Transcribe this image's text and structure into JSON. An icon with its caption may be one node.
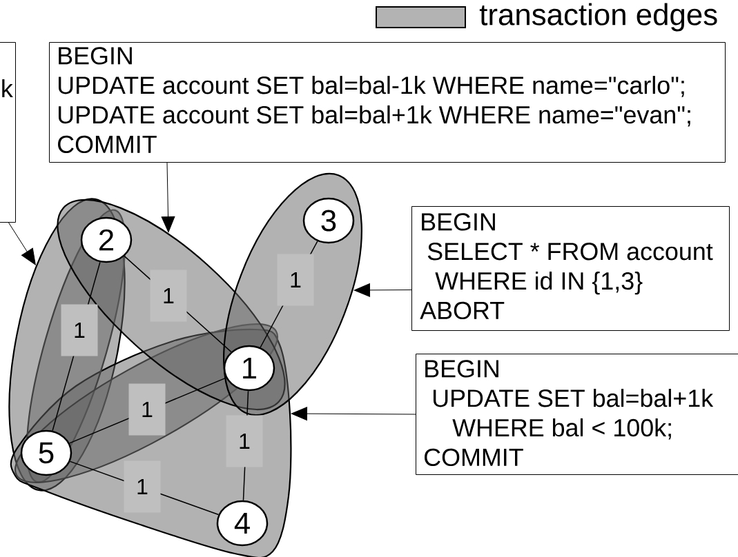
{
  "diagram": {
    "nodes": [
      {
        "text": [
          "k"
        ]
      },
      {
        "text": [
          "BEGIN",
          "UPDATE account SET bal=bal-1k WHERE name=\"carlo\";",
          "UPDATE account SET bal=bal+1k WHERE name=\"evan\";",
          "COMMIT"
        ]
      },
      {
        "text": [
          "3"
        ]
      },
      {
        "text": [
          "2"
        ]
      },
      {
        "text": [
          "BEGIN",
          "SELECT * FROM account WHERE id IN {1,3}",
          "ABORT"
        ]
      },
      {
        "text": [
          "1"
        ]
      },
      {
        "text": [
          "BEGIN",
          "UPDATE SET bal=bal+1k WHERE bal < 100k;",
          "COMMIT"
        ]
      },
      {
        "text": [
          "5"
        ]
      },
      {
        "text": [
          "4"
        ]
      }
    ],
    "edges": [
      {
        "from": 0,
        "to": null,
        "arrow": "to"
      },
      {
        "from": 1,
        "to": null,
        "arrow": "to"
      },
      {
        "from": 4,
        "to": null,
        "arrow": "to"
      },
      {
        "from": 6,
        "to": null,
        "arrow": "to"
      },
      {
        "from": 3,
        "to": 5,
        "arrow": "none",
        "label": "1"
      },
      {
        "from": 3,
        "to": 7,
        "arrow": "none",
        "label": "1"
      },
      {
        "from": 2,
        "to": 5,
        "arrow": "none",
        "label": "1"
      },
      {
        "from": 7,
        "to": 5,
        "arrow": "none",
        "label": "1"
      },
      {
        "from": 5,
        "to": 8,
        "arrow": "none",
        "label": "1"
      },
      {
        "from": 7,
        "to": 8,
        "arrow": "none",
        "label": "1"
      }
    ],
    "legend": [
      {
        "text": "transaction edges",
        "color": "#b3b3b3"
      }
    ]
  }
}
